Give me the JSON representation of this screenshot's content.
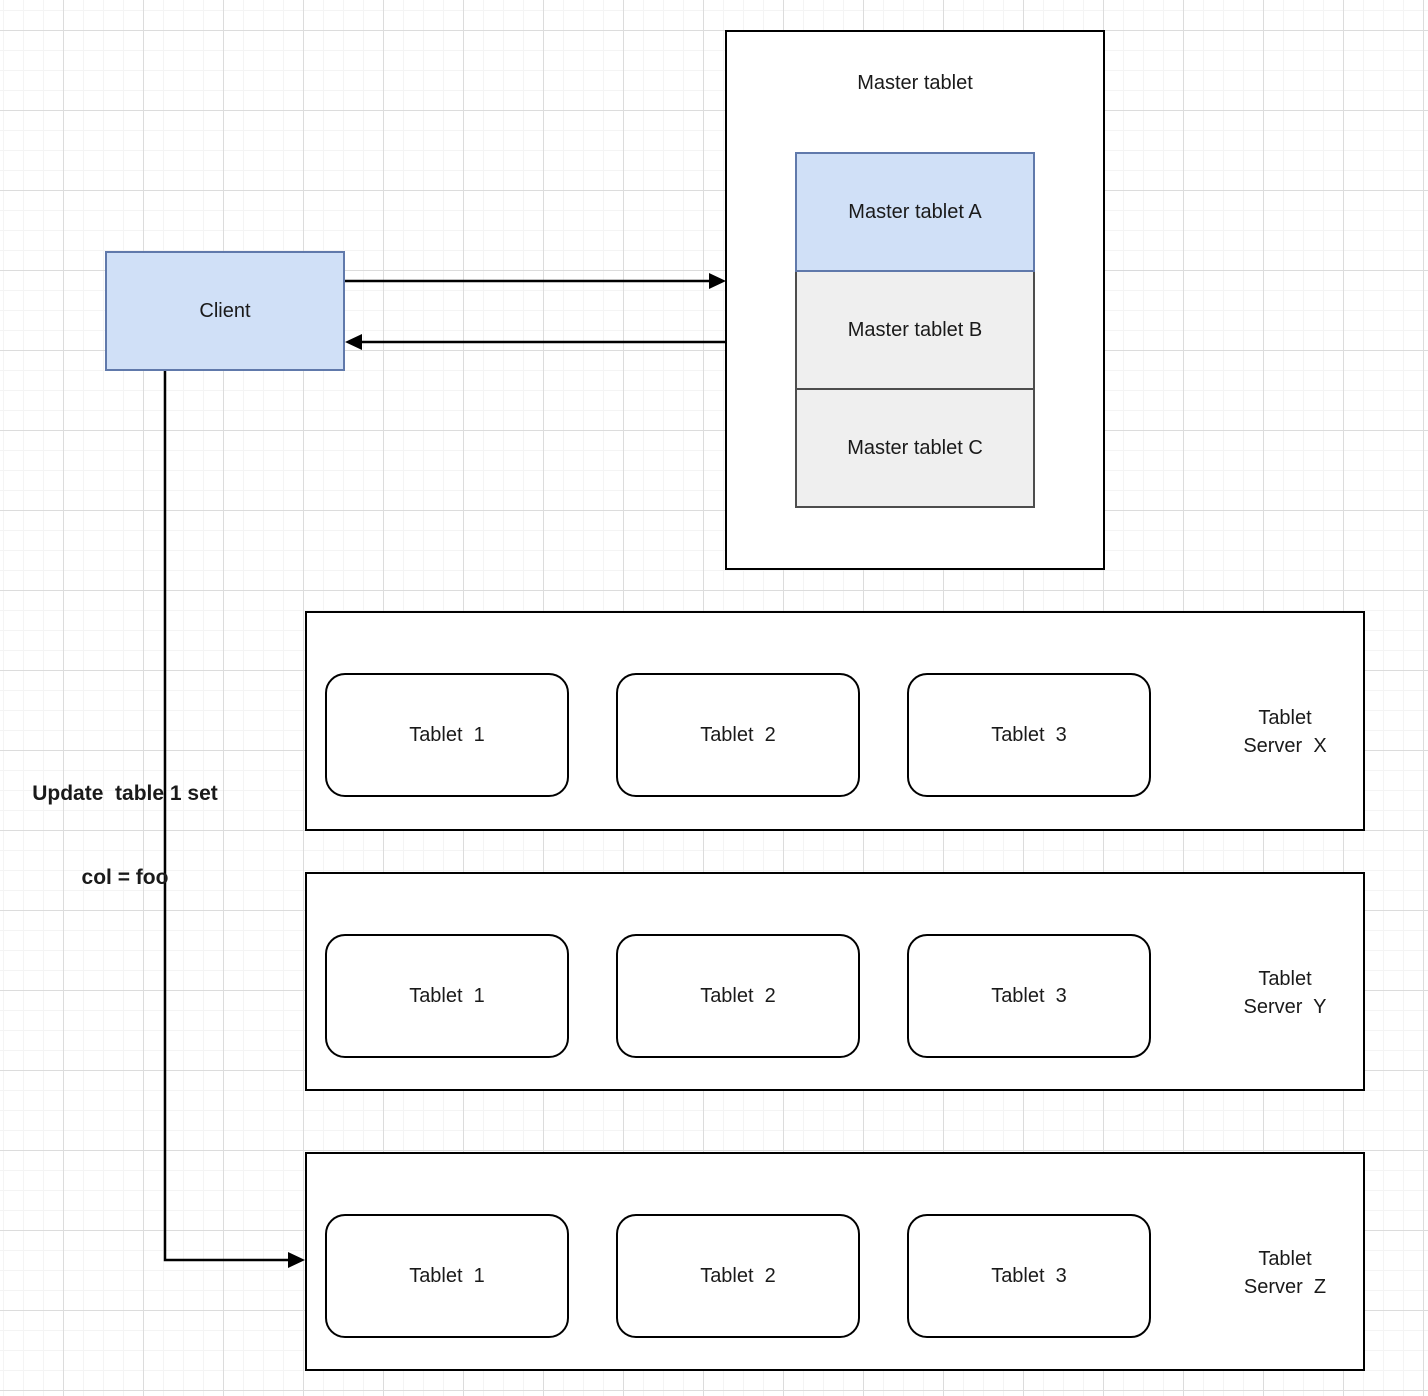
{
  "client": {
    "label": "Client"
  },
  "master": {
    "title": "Master tablet",
    "tablets": [
      {
        "label": "Master tablet A"
      },
      {
        "label": "Master tablet B"
      },
      {
        "label": "Master tablet C"
      }
    ]
  },
  "update_label": {
    "line1": "Update  table 1 set",
    "line2": "col = foo"
  },
  "servers": [
    {
      "label_line1": "Tablet",
      "label_line2": "Server  X",
      "tablets": [
        "Tablet  1",
        "Tablet  2",
        "Tablet  3"
      ]
    },
    {
      "label_line1": "Tablet",
      "label_line2": "Server  Y",
      "tablets": [
        "Tablet  1",
        "Tablet  2",
        "Tablet  3"
      ]
    },
    {
      "label_line1": "Tablet",
      "label_line2": "Server  Z",
      "tablets": [
        "Tablet  1",
        "Tablet  2",
        "Tablet  3"
      ]
    }
  ],
  "colors": {
    "highlight_fill": "#d0e0f7",
    "highlight_stroke": "#6079ab",
    "muted_fill": "#efefef",
    "muted_stroke": "#4d4d4d",
    "box_stroke": "#000000",
    "arrow": "#000000",
    "grid_major": "#dcdcdc",
    "grid_minor": "#f4f4f4"
  }
}
